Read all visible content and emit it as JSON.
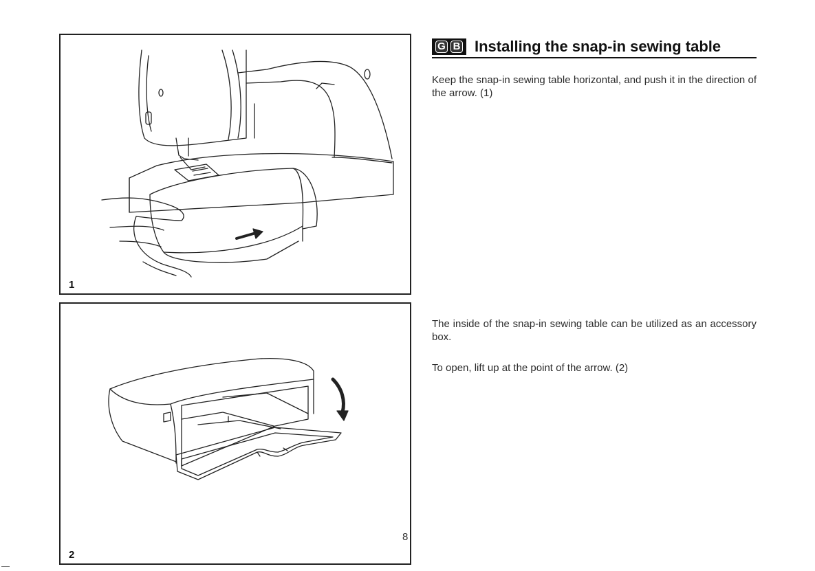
{
  "heading": {
    "badge_letters": [
      "G",
      "B"
    ],
    "title": "Installing the snap-in sewing table"
  },
  "paragraphs": [
    "Keep the snap-in sewing table horizontal, and push it in the direction of the arrow. (1)",
    "The inside of the snap-in sewing table can be utilized as an accessory box.",
    "To open, lift up at the point of the arrow. (2)"
  ],
  "figures": [
    {
      "number": "1",
      "illustration": "sewing-machine-attaching-table",
      "arrow": "push-right-arrow-icon"
    },
    {
      "number": "2",
      "illustration": "accessory-box-open-lid",
      "arrow": "curved-down-arrow-icon"
    }
  ],
  "page_number": "8",
  "colors": {
    "ink": "#111111",
    "text": "#2a2a2a",
    "badge": "#111111"
  }
}
